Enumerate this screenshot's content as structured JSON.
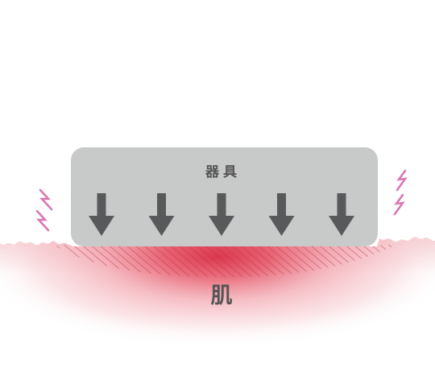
{
  "device": {
    "label": "器具",
    "fill_color": "#c8c9c9",
    "arrow_count": 5,
    "arrow_color": "#58595b"
  },
  "skin": {
    "label": "肌",
    "highlight_color": "#d8283f",
    "edge_color": "#f3c6cb"
  },
  "irritation_marks": {
    "color": "#d978b4",
    "icon": "lightning-bolt-icon",
    "count": 4
  }
}
